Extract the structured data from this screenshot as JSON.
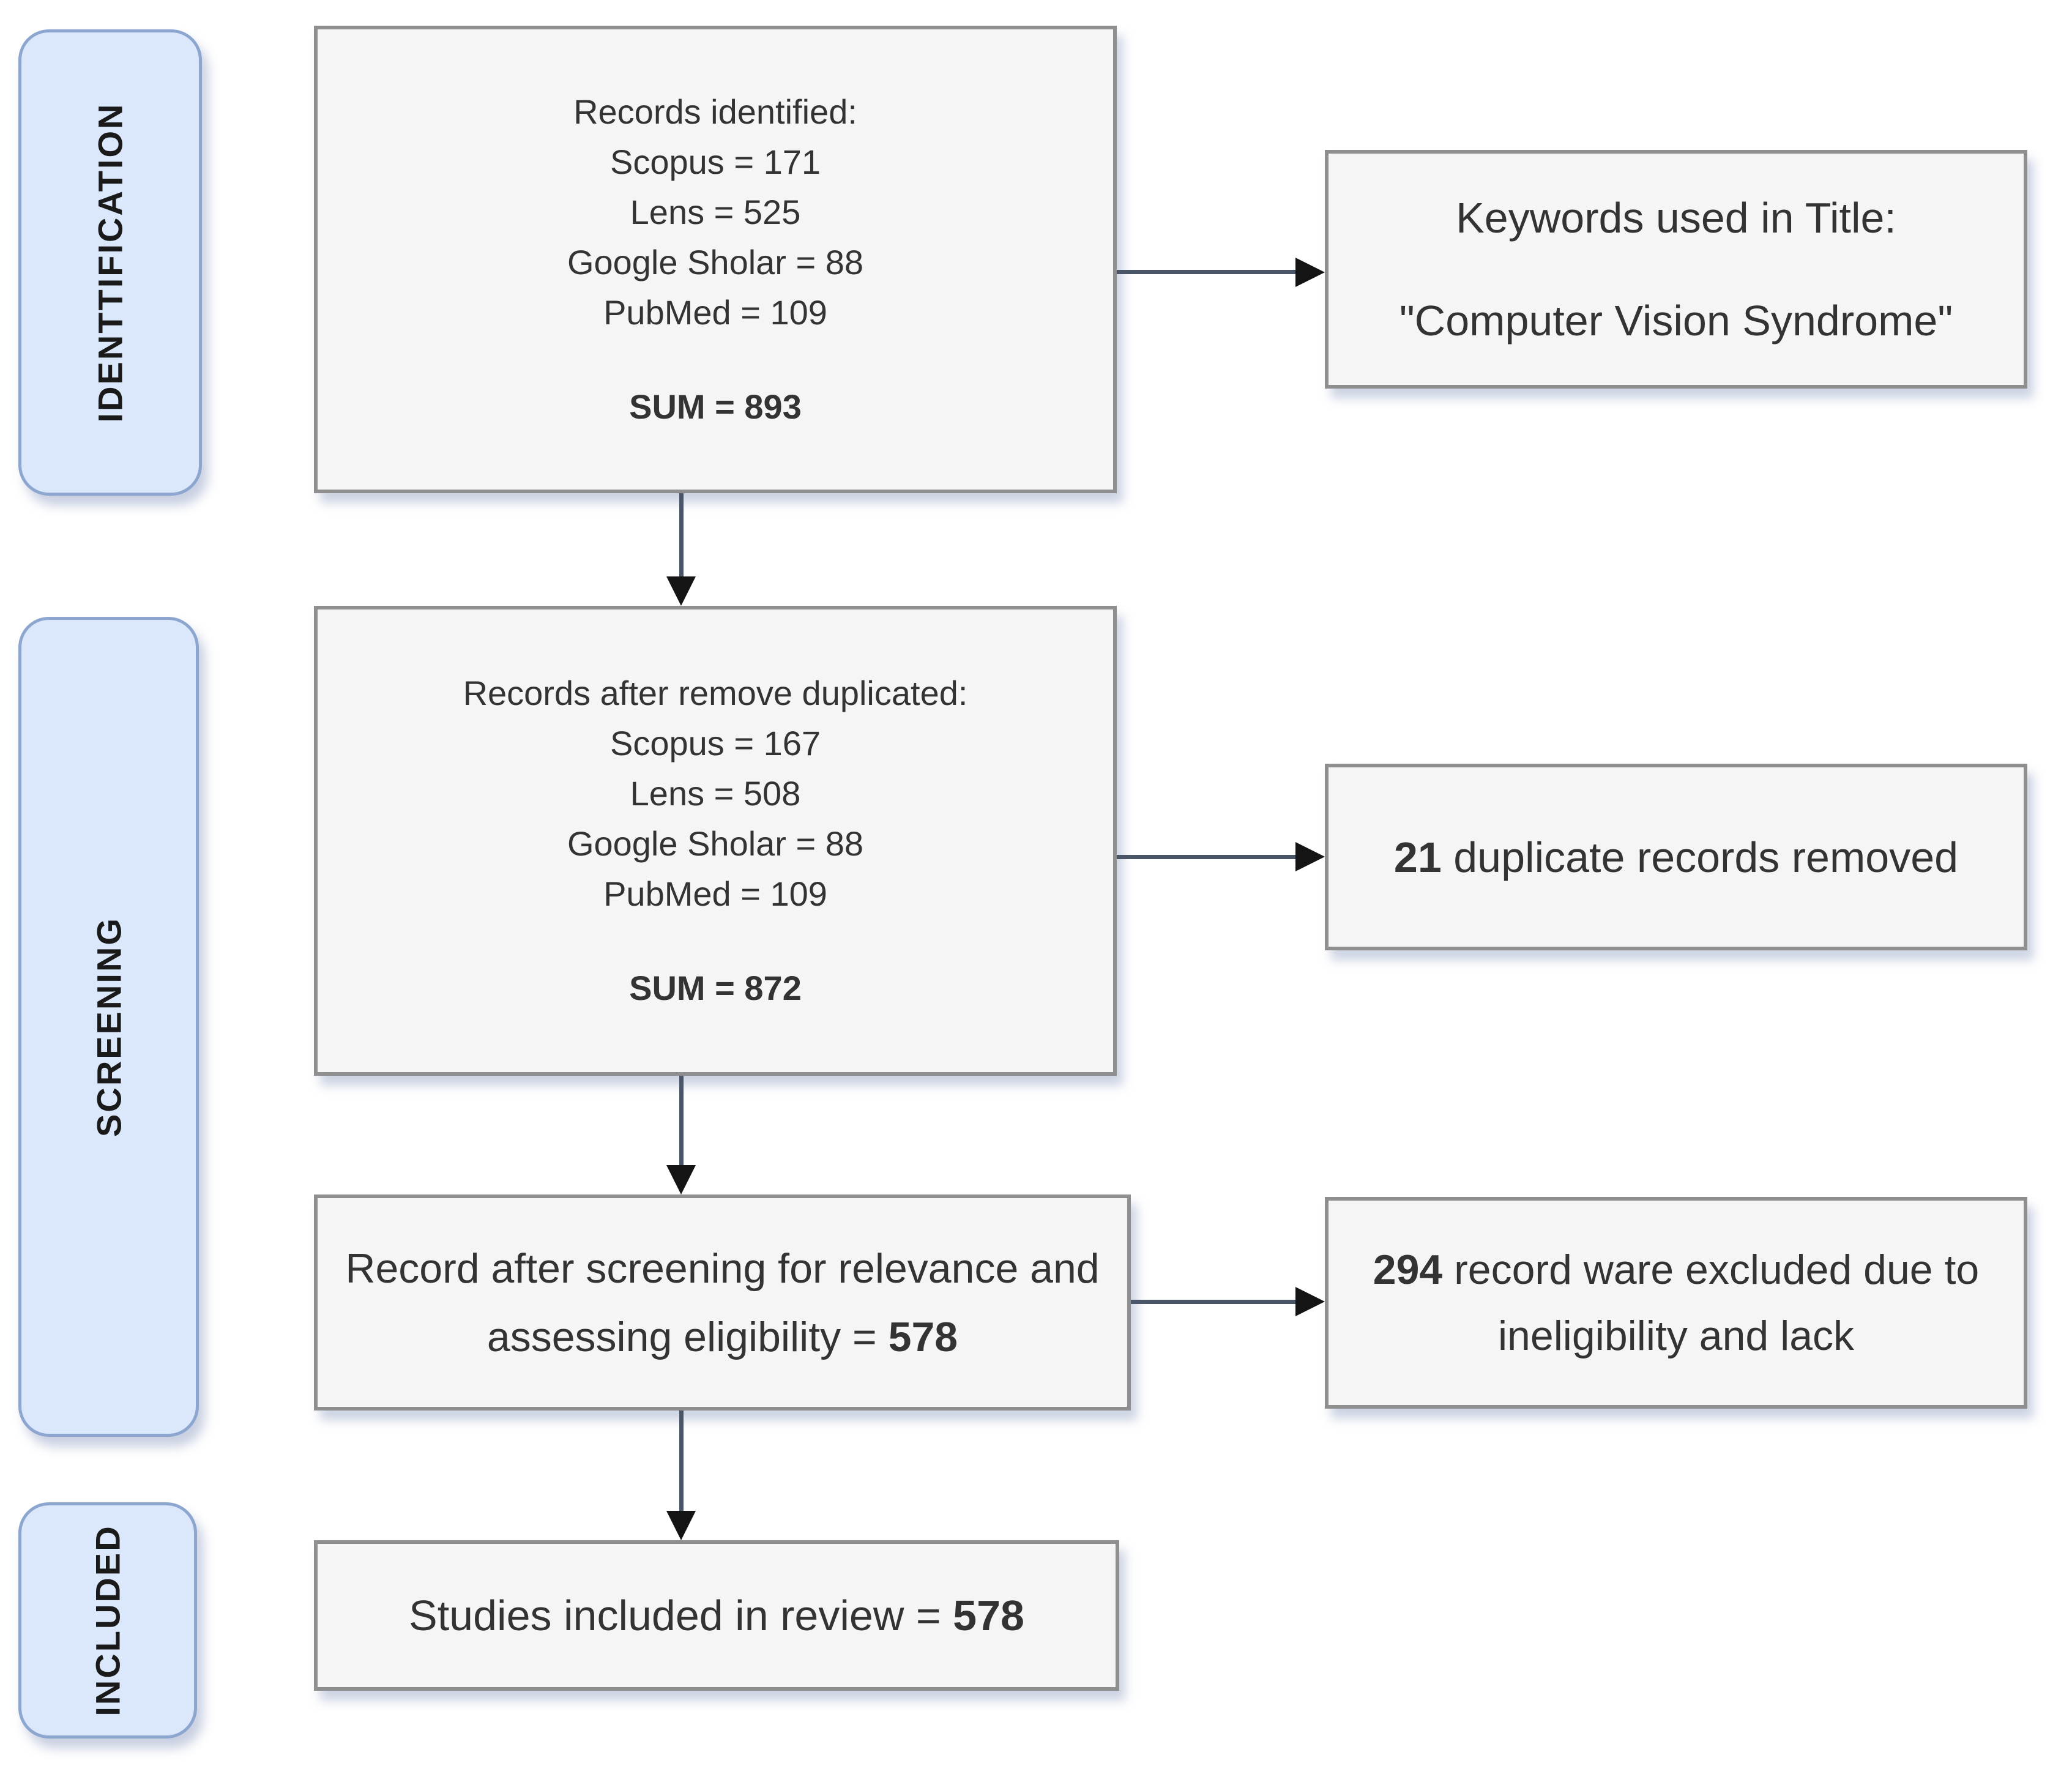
{
  "palette": {
    "stage_fill": "#dbe7fa",
    "stage_border": "#8ca6cf",
    "box_fill": "#f5f5f5",
    "box_border": "#8f8f8f",
    "arrow_line": "#4a5668",
    "arrow_head": "#141414",
    "text_color": "#333333"
  },
  "stages": [
    {
      "label": "IDENTTIFICATION"
    },
    {
      "label": "SCREENING"
    },
    {
      "label": "INCLUDED"
    }
  ],
  "flow": {
    "identified": {
      "title": "Records identified:",
      "rows": [
        "Scopus = 171",
        "Lens = 525",
        "Google Sholar = 88",
        "PubMed = 109"
      ],
      "sum": "SUM = 893"
    },
    "deduplicated": {
      "title": "Records after remove duplicated:",
      "rows": [
        "Scopus = 167",
        "Lens = 508",
        "Google Sholar = 88",
        "PubMed = 109"
      ],
      "sum": "SUM = 872"
    },
    "screened": {
      "line1": "Record after screening for relevance and",
      "line2_prefix": "assessing eligibility = ",
      "line2_value": "578"
    },
    "included": {
      "prefix": "Studies included in review = ",
      "value": "578"
    }
  },
  "side": {
    "keywords": {
      "title": "Keywords used in Title:",
      "phrase": "\"Computer Vision Syndrome\""
    },
    "duplicates": {
      "value": "21",
      "text": " duplicate records removed"
    },
    "excluded": {
      "value": "294",
      "line1_rest": " record ware excluded due to",
      "line2": "ineligibility and lack"
    }
  }
}
